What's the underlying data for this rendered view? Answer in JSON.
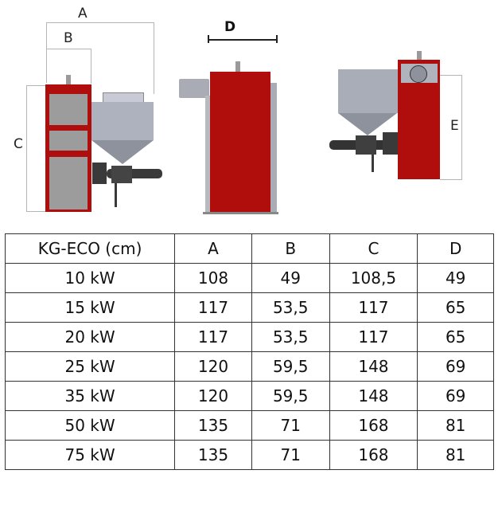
{
  "diagram": {
    "labels": {
      "a": "A",
      "b": "B",
      "c": "C",
      "d": "D",
      "e": "E"
    },
    "colors": {
      "boiler_red": "#b00d0d",
      "hopper_gray": "#a9adb8",
      "panel_gray": "#9c9c9c",
      "auger_dark": "#3a3a3a",
      "dimension_line": "#b5b5b5"
    },
    "views": [
      "front-view",
      "side-view",
      "rear-view"
    ]
  },
  "table": {
    "headers": [
      "KG-ECO (cm)",
      "A",
      "B",
      "C",
      "D"
    ],
    "rows": [
      [
        "10 kW",
        "108",
        "49",
        "108,5",
        "49"
      ],
      [
        "15 kW",
        "117",
        "53,5",
        "117",
        "65"
      ],
      [
        "20 kW",
        "117",
        "53,5",
        "117",
        "65"
      ],
      [
        "25 kW",
        "120",
        "59,5",
        "148",
        "69"
      ],
      [
        "35 kW",
        "120",
        "59,5",
        "148",
        "69"
      ],
      [
        "50 kW",
        "135",
        "71",
        "168",
        "81"
      ],
      [
        "75 kW",
        "135",
        "71",
        "168",
        "81"
      ]
    ]
  }
}
